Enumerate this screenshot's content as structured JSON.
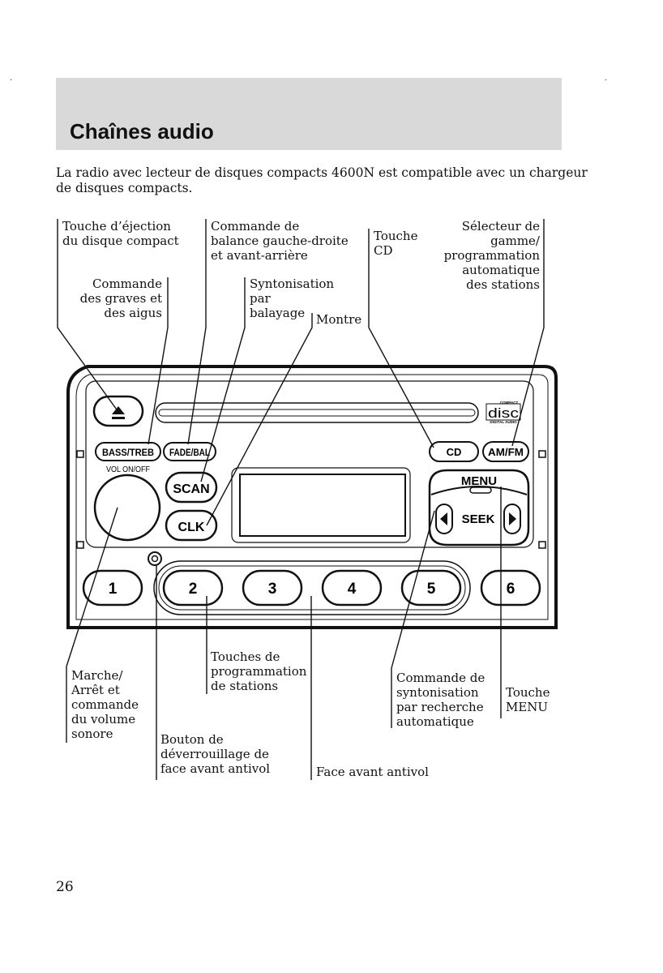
{
  "header": {
    "title": "Chaînes audio"
  },
  "intro": {
    "lines": [
      "La radio avec lecteur de disques compacts 4600N est compatible avec un chargeur",
      "de disques compacts."
    ]
  },
  "callouts": {
    "eject": [
      "Touche d’éjection",
      "du disque compact"
    ],
    "balance": [
      "Commande de",
      "balance gauche-droite",
      "et avant-arrière"
    ],
    "cd": [
      "Touche",
      "CD"
    ],
    "band": [
      "Sélecteur de",
      "gamme/",
      "programmation",
      "automatique",
      "des stations"
    ],
    "bass": [
      "Commande",
      "des graves et",
      "des aigus"
    ],
    "scan": [
      "Syntonisation",
      "par",
      "balayage"
    ],
    "clock": [
      "Montre"
    ],
    "power": [
      "Marche/",
      "Arrêt et",
      "commande",
      "du volume",
      "sonore"
    ],
    "presets": [
      "Touches de",
      "programmation",
      "de stations"
    ],
    "unlock": [
      "Bouton de",
      "déverrouillage de",
      "face avant antivol"
    ],
    "faceplate": [
      "Face avant antivol"
    ],
    "seek": [
      "Commande de",
      "syntonisation",
      "par recherche",
      "automatique"
    ],
    "menu": [
      "Touche",
      "MENU"
    ]
  },
  "radio": {
    "bass_treb": "BASS/TREB",
    "fade_bal": "FADE/BAL",
    "vol": "VOL ON/OFF",
    "scan": "SCAN",
    "clk": "CLK",
    "cd": "CD",
    "amfm": "AM/FM",
    "menu": "MENU",
    "seek": "SEEK",
    "presets": [
      "1",
      "2",
      "3",
      "4",
      "5",
      "6"
    ],
    "logo_top": "COMPACT",
    "logo_main": "disc",
    "logo_bottom": "DIGITAL AUDIO"
  },
  "page_number": "26"
}
